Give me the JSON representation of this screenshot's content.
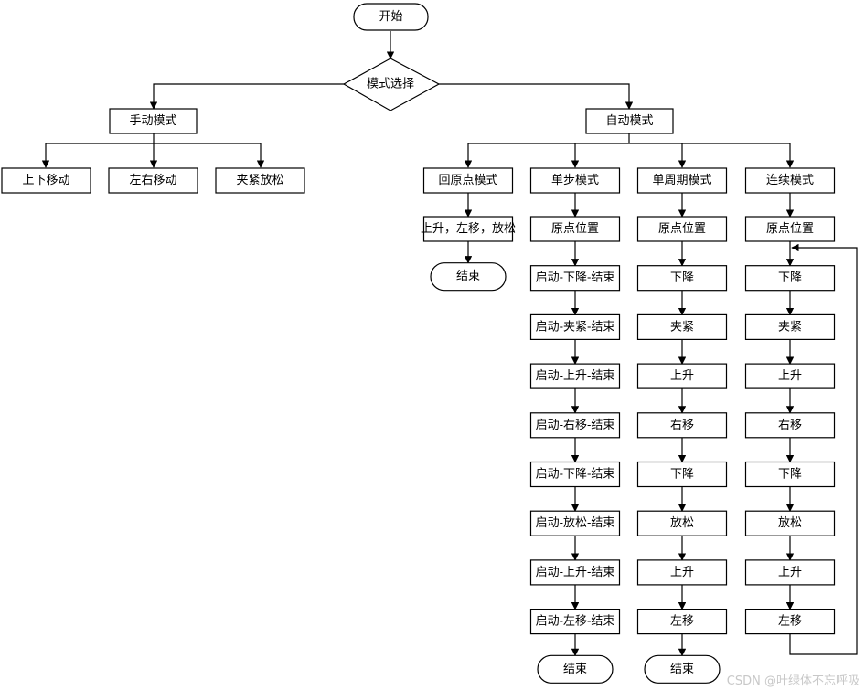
{
  "colors": {
    "stroke": "#000000",
    "fill": "#ffffff",
    "text": "#000000",
    "watermark": "#c8c8c8"
  },
  "start": "开始",
  "decision": "模式选择",
  "manual": {
    "title": "手动模式",
    "items": [
      "上下移动",
      "左右移动",
      "夹紧放松"
    ]
  },
  "auto": {
    "title": "自动模式",
    "columns": [
      {
        "title": "回原点模式",
        "steps": [
          "上升，左移，放松"
        ],
        "end": "结束"
      },
      {
        "title": "单步模式",
        "steps": [
          "原点位置",
          "启动-下降-结束",
          "启动-夹紧-结束",
          "启动-上升-结束",
          "启动-右移-结束",
          "启动-下降-结束",
          "启动-放松-结束",
          "启动-上升-结束",
          "启动-左移-结束"
        ],
        "end": "结束"
      },
      {
        "title": "单周期模式",
        "steps": [
          "原点位置",
          "下降",
          "夹紧",
          "上升",
          "右移",
          "下降",
          "放松",
          "上升",
          "左移"
        ],
        "end": "结束"
      },
      {
        "title": "连续模式",
        "steps": [
          "原点位置",
          "下降",
          "夹紧",
          "上升",
          "右移",
          "下降",
          "放松",
          "上升",
          "左移"
        ],
        "loop_back_to": "下降"
      }
    ]
  },
  "watermark": "CSDN @叶绿体不忘呼吸"
}
